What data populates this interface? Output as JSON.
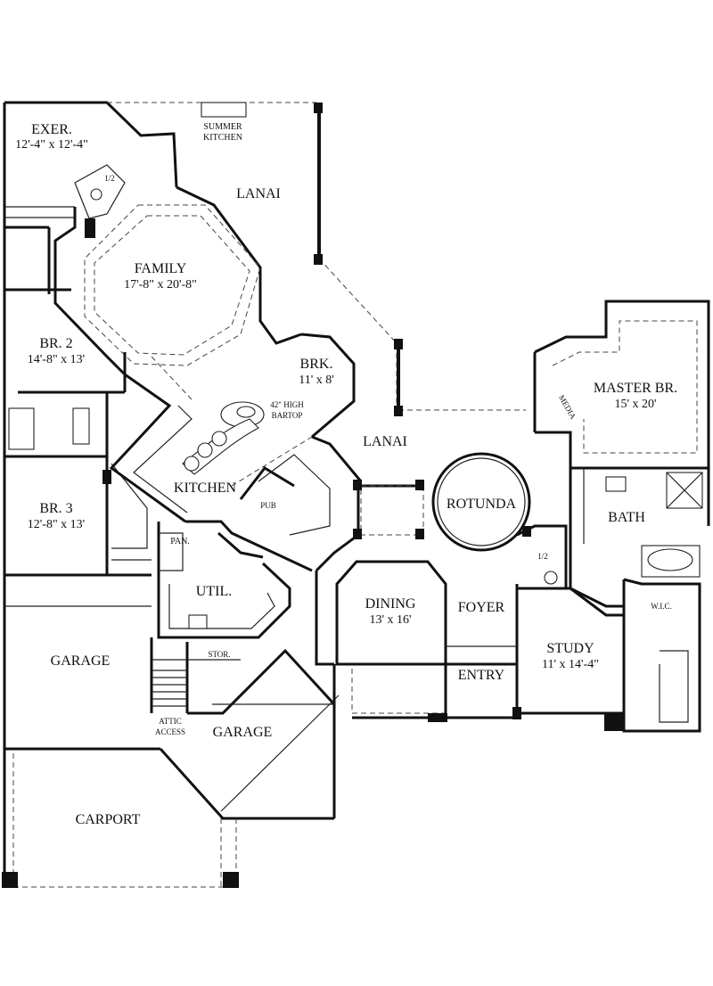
{
  "rooms": {
    "exercise": {
      "name": "EXER.",
      "size": "12'-4\" x 12'-4\""
    },
    "summer_kitchen": {
      "line1": "SUMMER",
      "line2": "KITCHEN"
    },
    "lanai_rear": {
      "name": "LANAI"
    },
    "half_bath_rear": {
      "name": "1/2"
    },
    "family": {
      "name": "FAMILY",
      "size": "17'-8\" x 20'-8\""
    },
    "br2": {
      "name": "BR. 2",
      "size": "14'-8\" x 13'"
    },
    "brk": {
      "name": "BRK.",
      "size": "11' x 8'"
    },
    "bartop": {
      "line1": "42\" HIGH",
      "line2": "BARTOP"
    },
    "master_br": {
      "name": "MASTER BR.",
      "size": "15' x 20'"
    },
    "media": {
      "name": "MEDIA"
    },
    "lanai_side": {
      "name": "LANAI"
    },
    "kitchen": {
      "name": "KITCHEN"
    },
    "pub": {
      "name": "PUB"
    },
    "rotunda": {
      "name": "ROTUNDA"
    },
    "br3": {
      "name": "BR. 3",
      "size": "12'-8\" x 13'"
    },
    "bath": {
      "name": "BATH"
    },
    "pantry": {
      "name": "PAN."
    },
    "half_bath_front": {
      "name": "1/2"
    },
    "util": {
      "name": "UTIL."
    },
    "dining": {
      "name": "DINING",
      "size": "13' x 16'"
    },
    "foyer": {
      "name": "FOYER"
    },
    "wic": {
      "name": "W.I.C."
    },
    "garage_left": {
      "name": "GARAGE"
    },
    "storage": {
      "name": "STOR."
    },
    "study": {
      "name": "STUDY",
      "size": "11' x 14'-4\""
    },
    "entry": {
      "name": "ENTRY"
    },
    "attic_access": {
      "line1": "ATTIC",
      "line2": "ACCESS"
    },
    "garage_right": {
      "name": "GARAGE"
    },
    "carport": {
      "name": "CARPORT"
    }
  }
}
